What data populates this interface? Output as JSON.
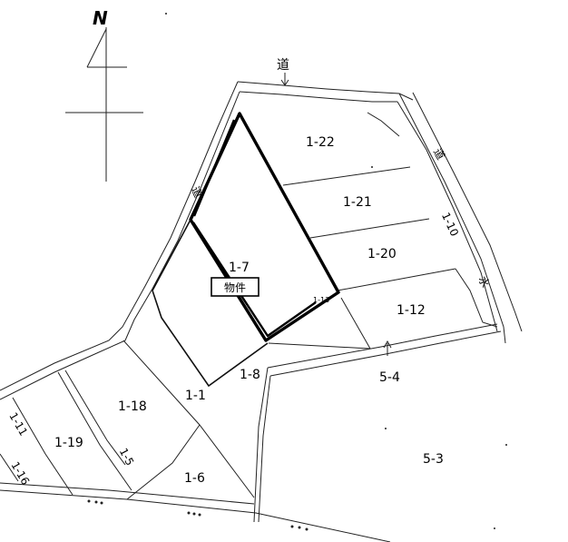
{
  "north_symbol": "N",
  "road_label": "道",
  "road_vertical_right": [
    "道",
    "1-10",
    "水"
  ],
  "road_left": "道",
  "parcels": {
    "p1_22": "1-22",
    "p1_21": "1-21",
    "p1_20": "1-20",
    "p1_12": "1-12",
    "p1_7": "1-7",
    "p1_8": "1-8",
    "p1_1": "1-1",
    "p1_18": "1-18",
    "p1_19": "1-19",
    "p1_6": "1-6",
    "p1_5": "1-5",
    "p1_11": "1-11",
    "p1_16": "1-16",
    "p5_4": "5-4",
    "p5_3": "5-3",
    "p1_small": "1-13"
  },
  "subject_label": "物件",
  "colors": {
    "line": "#000000",
    "background": "#ffffff"
  }
}
